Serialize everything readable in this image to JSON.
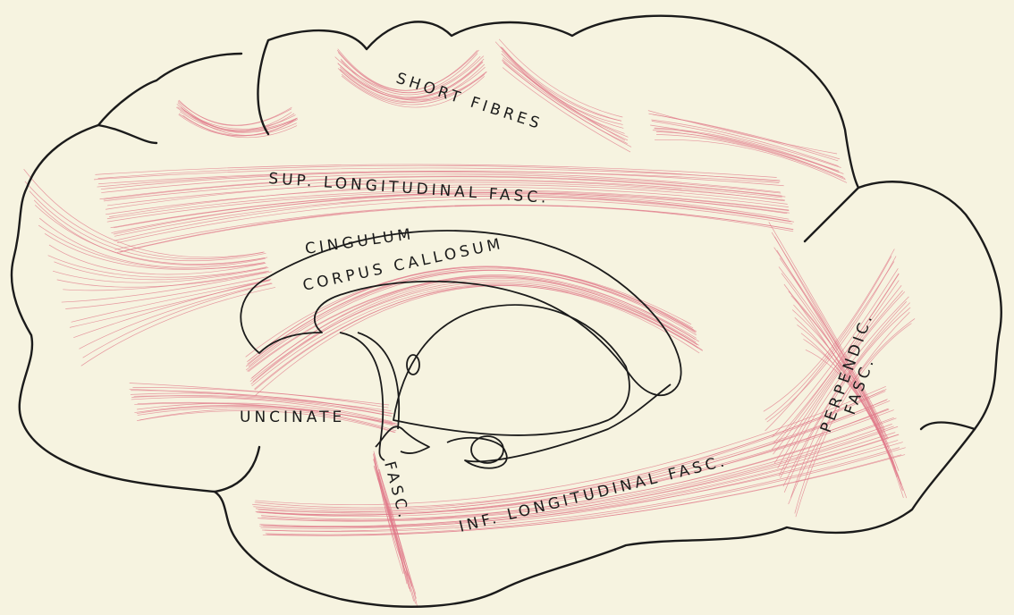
{
  "labels": {
    "short_fibres": "SHORT FIBRES",
    "sup_longitudinal": "SUP. LONGITUDINAL FASC.",
    "cingulum": "CINGULUM",
    "corpus_callosum": "CORPUS CALLOSUM",
    "perpendic": "PERPENDIC.",
    "perpendic_fasc": "FASC.",
    "uncinate": "UNCINATE",
    "uncinate_fasc": "FASC.",
    "inf_longitudinal": "INF. LONGITUDINAL FASC."
  },
  "colors": {
    "background": "#f6f3e0",
    "outline": "#1b1b1b",
    "fibres": "#e07a8a"
  }
}
